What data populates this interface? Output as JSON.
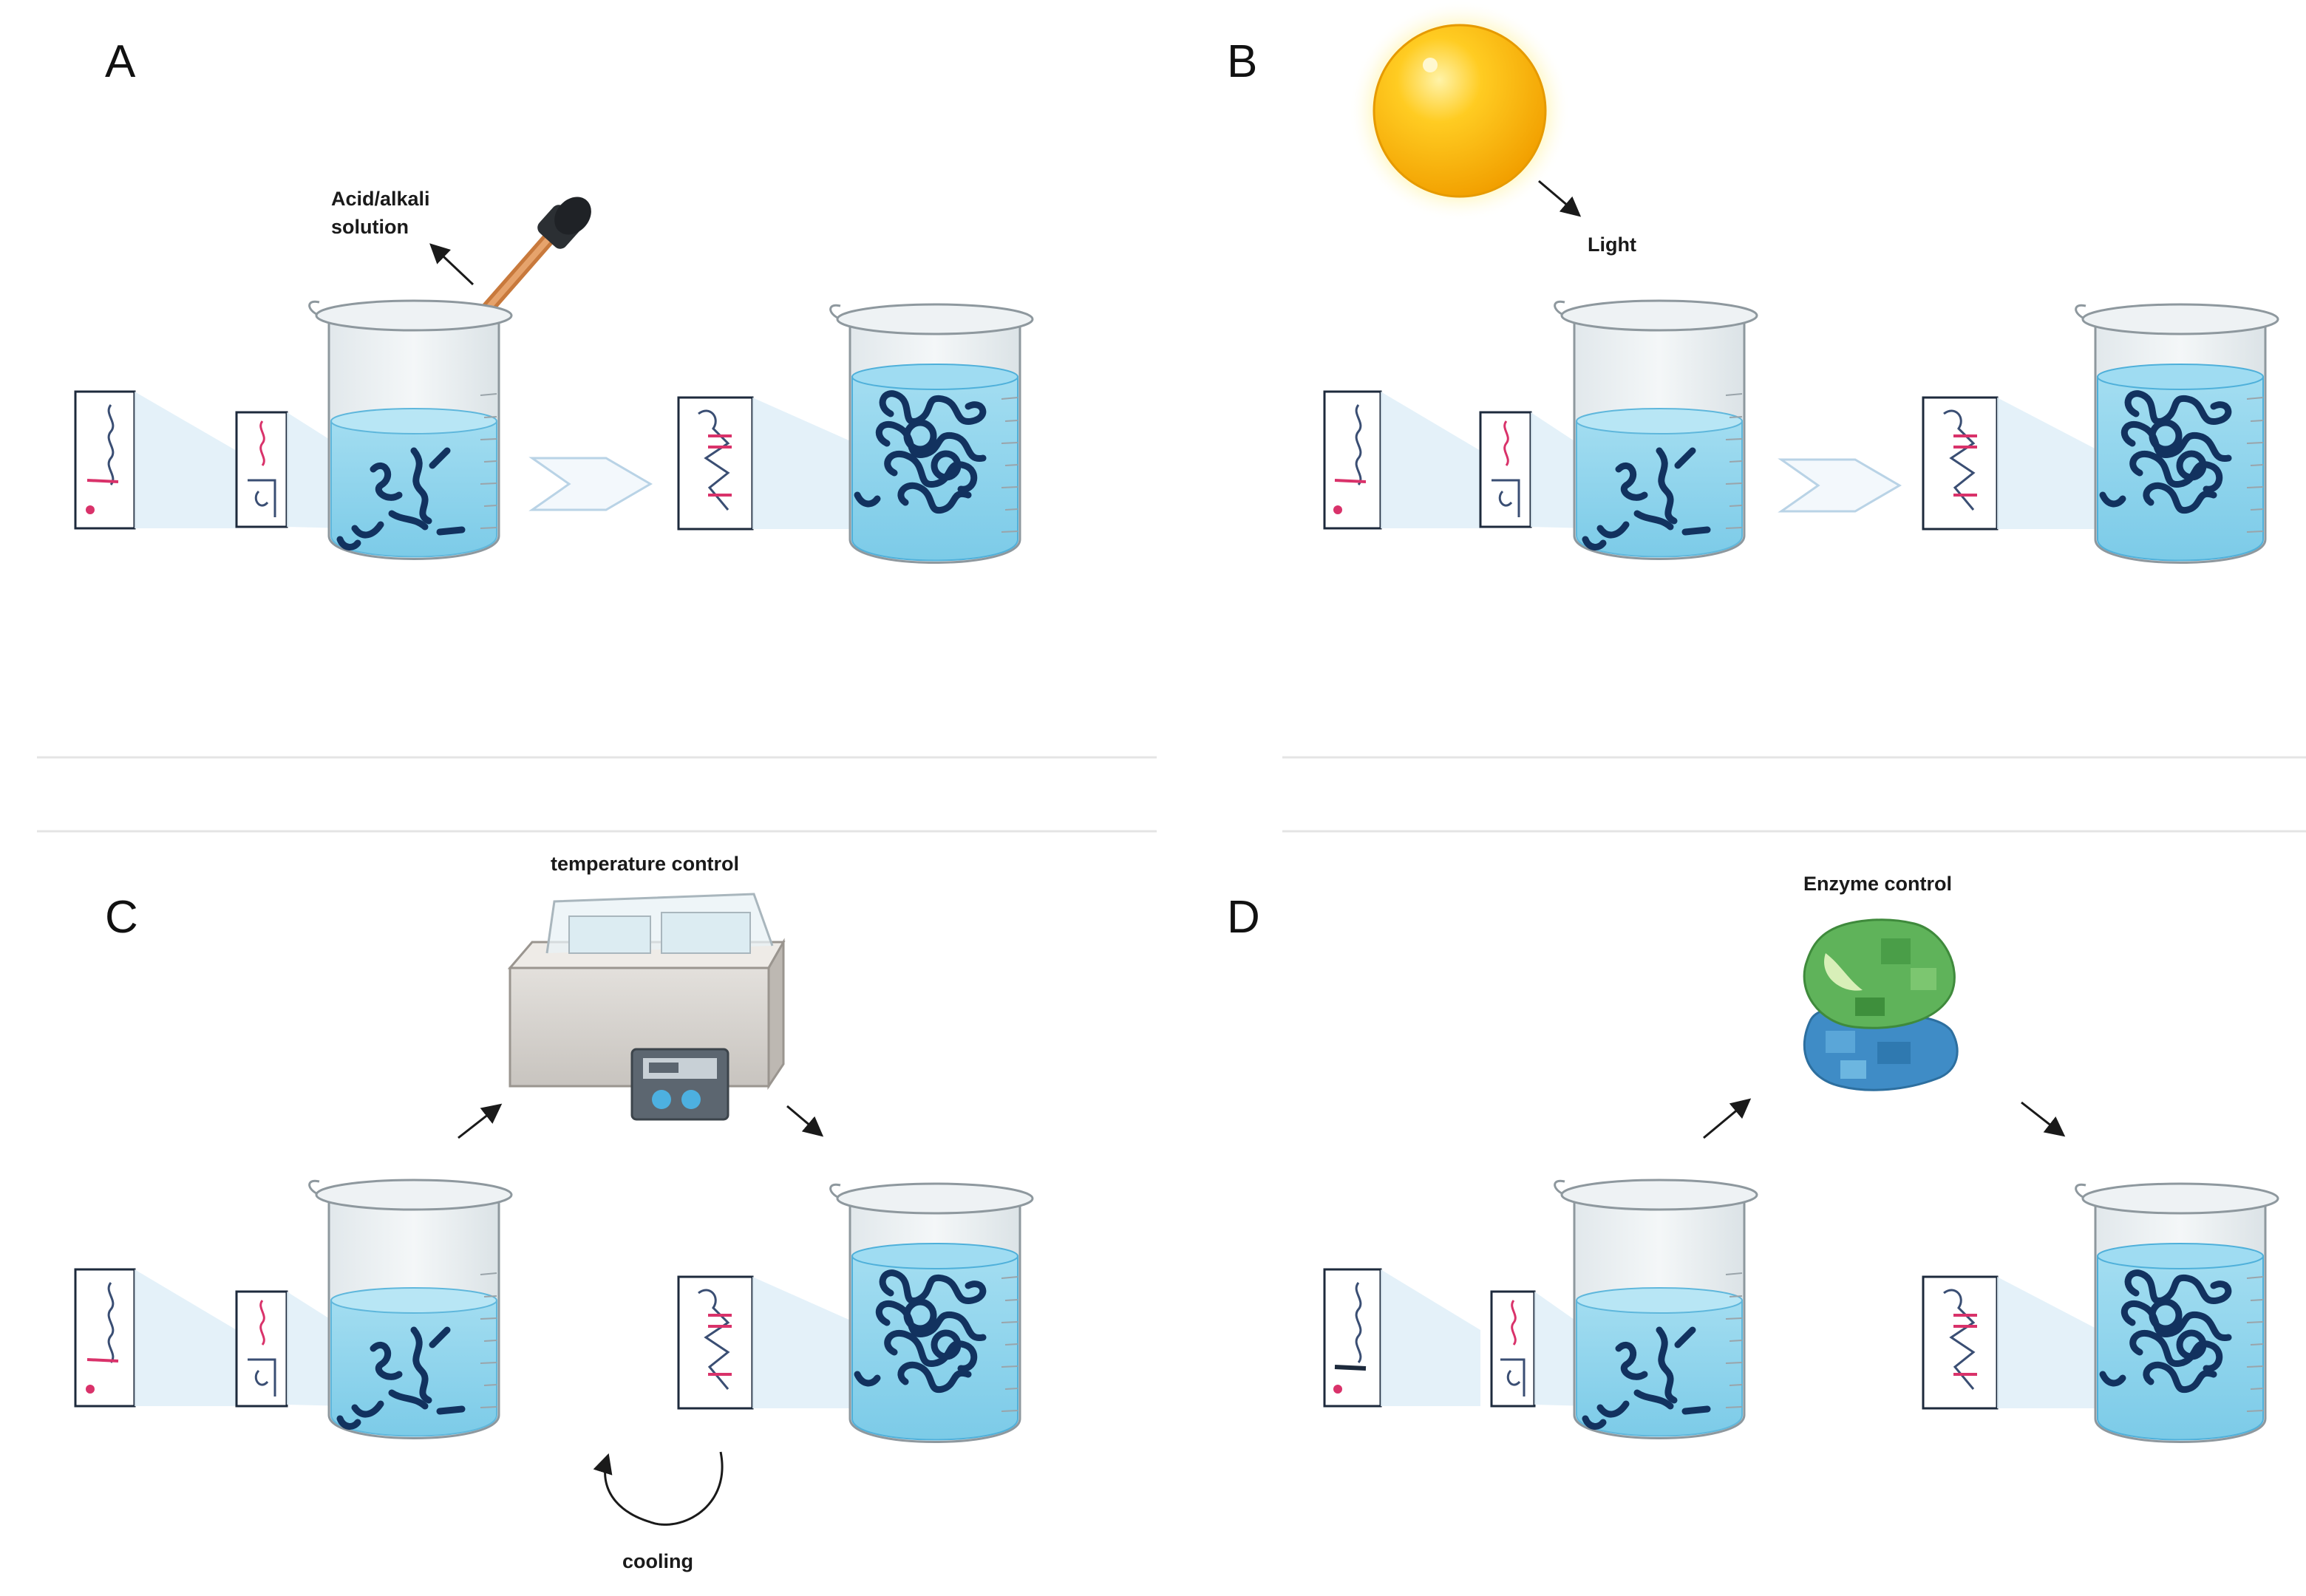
{
  "panels": [
    {
      "id": "A",
      "letter": "A",
      "labels": [
        "Acid/alkali",
        "solution"
      ]
    },
    {
      "id": "B",
      "letter": "B",
      "labels": [
        "Light"
      ]
    },
    {
      "id": "C",
      "letter": "C",
      "labels": [
        "temperature control",
        "cooling"
      ]
    },
    {
      "id": "D",
      "letter": "D",
      "labels": [
        "Enzyme control"
      ]
    }
  ],
  "colors": {
    "water": "#8fd3ec",
    "water_dark": "#66bedf",
    "glass": "#e6ecef",
    "glass_edge": "#8e989e",
    "fiber": "#12325f",
    "sun_core": "#ffb800",
    "sun_glow": "#fff7bf",
    "zoom_fill": "#dfeef8",
    "arrow_chevron": "#b9d3e6",
    "peptide_pink": "#d9326a",
    "peptide_line": "#3a4e73",
    "enzyme_green": "#5fb35a",
    "enzyme_blue": "#3f8cc6",
    "bath_body": "#d9d6d2",
    "bath_panel": "#5c6670",
    "divider": "#e4e4e4"
  },
  "icons": [
    "dropper-icon",
    "sun-icon",
    "water-bath-icon",
    "enzyme-icon",
    "beaker-icon",
    "peptide-schematic-icon"
  ]
}
